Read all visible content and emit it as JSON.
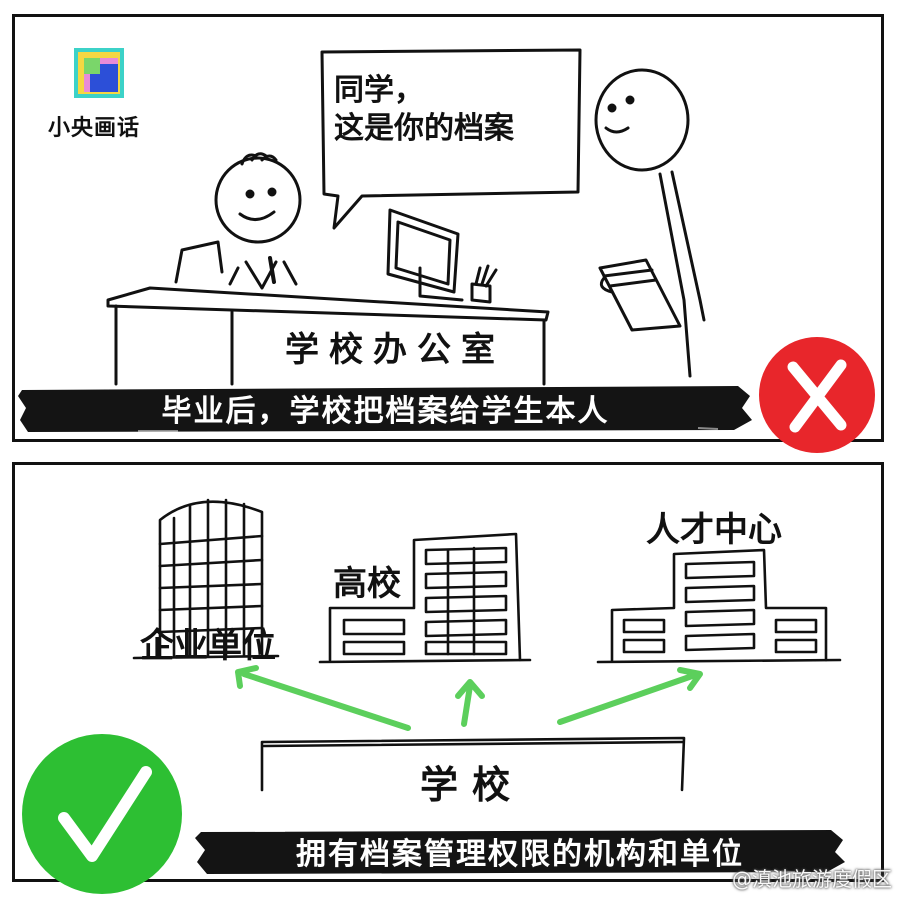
{
  "logo": {
    "text": "小央画话"
  },
  "panel_top": {
    "speech": {
      "line1": "同学，",
      "line2": "这是你的档案"
    },
    "desk_label": "学校办公室",
    "caption": "毕业后，学校把档案给学生本人",
    "verdict_icon": "x-mark-icon",
    "verdict_color": "#e8262b"
  },
  "panel_bottom": {
    "buildings": {
      "enterprise": "企业单位",
      "university": "高校",
      "talent_center": "人才中心"
    },
    "source": "学校",
    "arrow_color": "#5ccf5c",
    "caption": "拥有档案管理权限的机构和单位",
    "verdict_icon": "check-mark-icon",
    "verdict_color": "#2dbf33"
  },
  "watermark": "@滇池旅游度假区"
}
